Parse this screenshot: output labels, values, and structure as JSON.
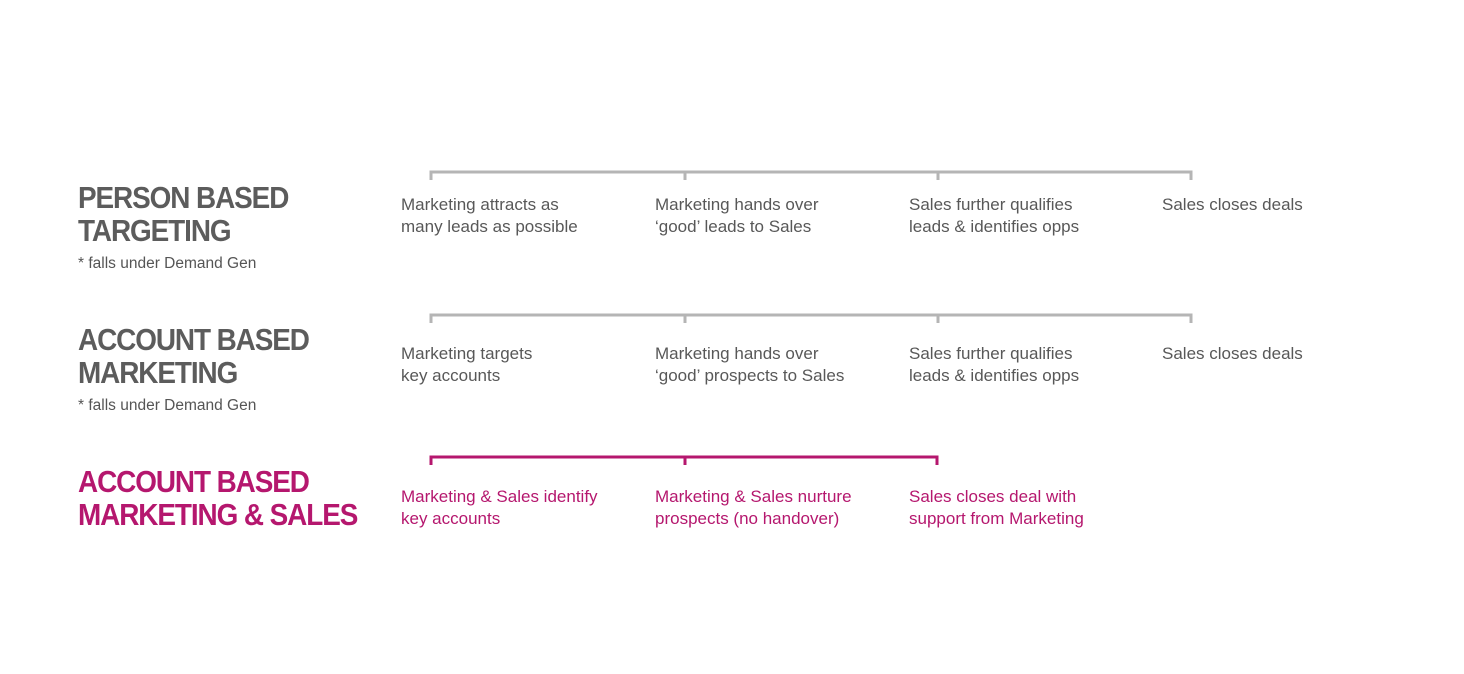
{
  "colors": {
    "gray_title": "#5c5c5c",
    "gray_text": "#585858",
    "gray_line": "#b5b5b5",
    "accent": "#b5176e"
  },
  "rows": [
    {
      "id": "person-based",
      "title_lines": [
        "PERSON BASED",
        "TARGETING"
      ],
      "note": "* falls under Demand Gen",
      "steps": [
        {
          "lines": [
            "Marketing attracts as",
            "many leads as possible"
          ]
        },
        {
          "lines": [
            "Marketing hands over",
            "‘good’ leads to Sales"
          ]
        },
        {
          "lines": [
            "Sales further qualifies",
            "leads & identifies opps"
          ]
        },
        {
          "lines": [
            "Sales closes deals"
          ]
        }
      ]
    },
    {
      "id": "account-based-marketing",
      "title_lines": [
        "ACCOUNT BASED",
        "MARKETING"
      ],
      "note": "* falls under Demand Gen",
      "steps": [
        {
          "lines": [
            "Marketing targets",
            "key accounts"
          ]
        },
        {
          "lines": [
            "Marketing hands over",
            "‘good’ prospects to Sales"
          ]
        },
        {
          "lines": [
            "Sales further qualifies",
            "leads & identifies opps"
          ]
        },
        {
          "lines": [
            "Sales closes deals"
          ]
        }
      ]
    },
    {
      "id": "account-based-marketing-sales",
      "title_lines": [
        "ACCOUNT BASED",
        "MARKETING & SALES"
      ],
      "note": "",
      "steps": [
        {
          "lines": [
            "Marketing & Sales identify",
            "key accounts"
          ]
        },
        {
          "lines": [
            "Marketing & Sales nurture",
            "prospects (no handover)"
          ]
        },
        {
          "lines": [
            "Sales closes deal with",
            "support from Marketing"
          ]
        }
      ]
    }
  ]
}
